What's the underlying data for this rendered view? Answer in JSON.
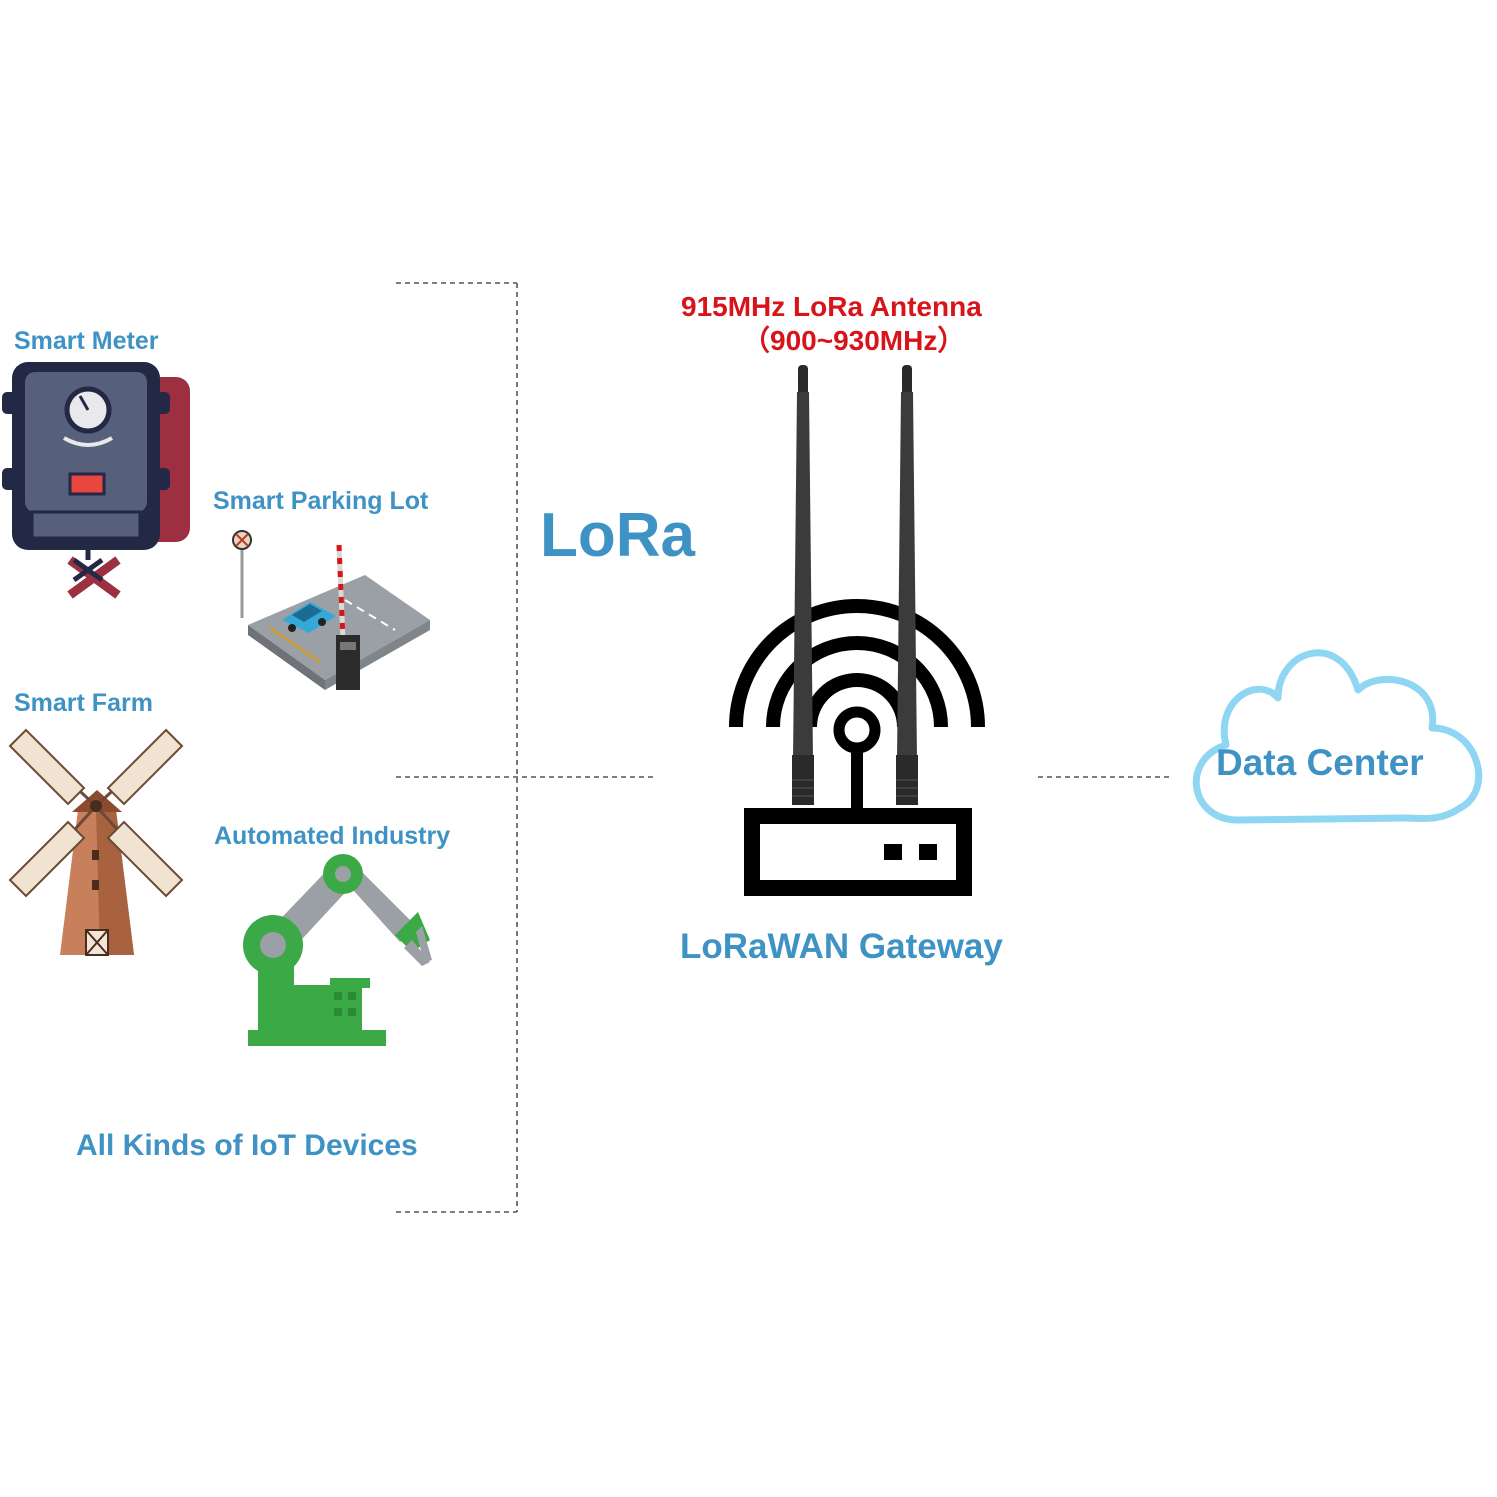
{
  "labels": {
    "smart_meter": "Smart Meter",
    "smart_parking": "Smart Parking Lot",
    "smart_farm": "Smart Farm",
    "automated_industry": "Automated Industry",
    "all_devices": "All Kinds of IoT Devices",
    "lora": "LoRa",
    "antenna": "915MHz LoRa Antenna",
    "antenna_range": "（900~930MHz）",
    "gateway": "LoRaWAN Gateway",
    "data_center": "Data Center"
  },
  "icons": {
    "meter": "smart-meter-icon",
    "parking": "parking-lot-icon",
    "windmill": "windmill-icon",
    "robot_arm": "robot-arm-icon",
    "gateway": "gateway-router-icon",
    "antenna": "antenna-icon",
    "cloud": "cloud-icon"
  },
  "colors": {
    "label_blue": "#3f93c4",
    "antenna_red": "#d8141b",
    "meter_body": "#56607a",
    "meter_shadow": "#9c3040",
    "robot_green": "#3aa946",
    "windmill_brown": "#c8805c",
    "cloud_outline": "#8fd6f2"
  }
}
